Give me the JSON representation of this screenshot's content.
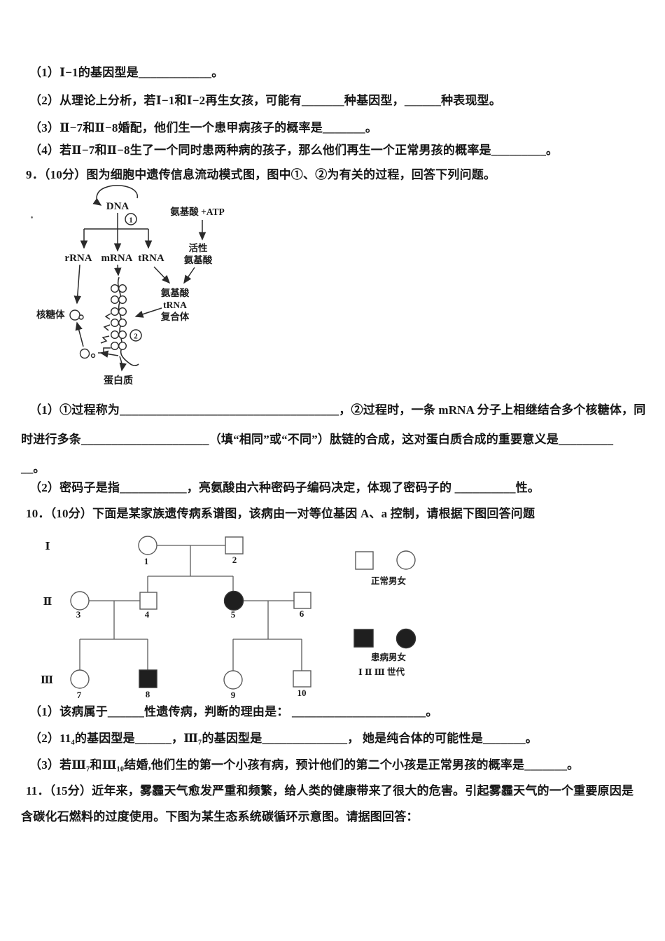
{
  "colors": {
    "ink": "#161616",
    "diagram_stroke": "#2a2a2a",
    "pedigree_stroke": "#5a5a5a",
    "affected_fill": "#1f1f1f"
  },
  "q8": {
    "parts": [
      "（1）Ⅰ−1的基因型是____________。",
      "（2）从理论上分析，若Ⅰ−1和Ⅰ−2再生女孩，可能有_______种基因型，______种表现型。",
      "（3）Ⅱ−7和Ⅱ−8婚配，他们生一个患甲病孩子的概率是_______。",
      "（4）若Ⅱ−7和Ⅱ−8生了一个同时患两种病的孩子，那么他们再生一个正常男孩的概率是_________。"
    ]
  },
  "q9": {
    "stem": "9．（10分）图为细胞中遗传信息流动模式图，图中①、②为有关的过程，回答下列问题。",
    "parts": [
      "（1）①过程称为____________________________________，②过程时，一条 mRNA 分子上相继结合多个核糖体，同",
      "时进行多条_____________________（填“相同”或“不同”）肽链的合成，这对蛋白质合成的重要意义是_________",
      "__。",
      "（2）密码子是指___________，亮氨酸由六种密码子编码决定，体现了密码子的 __________性。"
    ],
    "diagram": {
      "dna": "DNA",
      "step1_digit": "1",
      "step2_digit": "2",
      "rrna": "rRNA",
      "mrna": "mRNA",
      "trna": "tRNA",
      "amino_atp": "氨基酸 +ATP",
      "active_line1": "活性",
      "active_line2": "氨基酸",
      "complex_line1": "氨基酸",
      "complex_line2": "tRNA",
      "complex_line3": "复合体",
      "ribosome": "核糖体",
      "protein": "蛋白质"
    }
  },
  "q10": {
    "stem": "10．（10分）下面是某家族遗传病系谱图，该病由一对等位基因 A、a 控制，请根据下图回答问题",
    "parts": [
      "（1）该病属于______性遗传病，判断的理由是： ______________________。",
      "（2）11₄的基因型是______，Ⅲ₇的基因型是______________， 她是纯合体的可能性是_______。",
      "（3）若Ⅲ₇和Ⅲ₁₀结婚,他们生的第一个小孩有病，预计他们的第二个小孩是正常男孩的概率是_______。"
    ],
    "pedigree": {
      "generation_labels": [
        "Ⅰ",
        "Ⅱ",
        "Ⅲ"
      ],
      "member_numbers": [
        "1",
        "2",
        "3",
        "4",
        "5",
        "6",
        "7",
        "8",
        "9",
        "10"
      ],
      "affected_members": [
        "Ⅱ-5",
        "Ⅲ-8"
      ],
      "legend": {
        "normal": "正常男女",
        "affected": "患病男女",
        "generations": "Ⅰ Ⅱ Ⅲ 世代"
      }
    }
  },
  "q11": {
    "stem_lines": [
      "11．（15分）近年来，雾霾天气愈发严重和频繁，给人类的健康带来了很大的危害。引起雾霾天气的一个重要原因是",
      "含碳化石燃料的过度使用。下图为某生态系统碳循环示意图。请据图回答："
    ]
  }
}
